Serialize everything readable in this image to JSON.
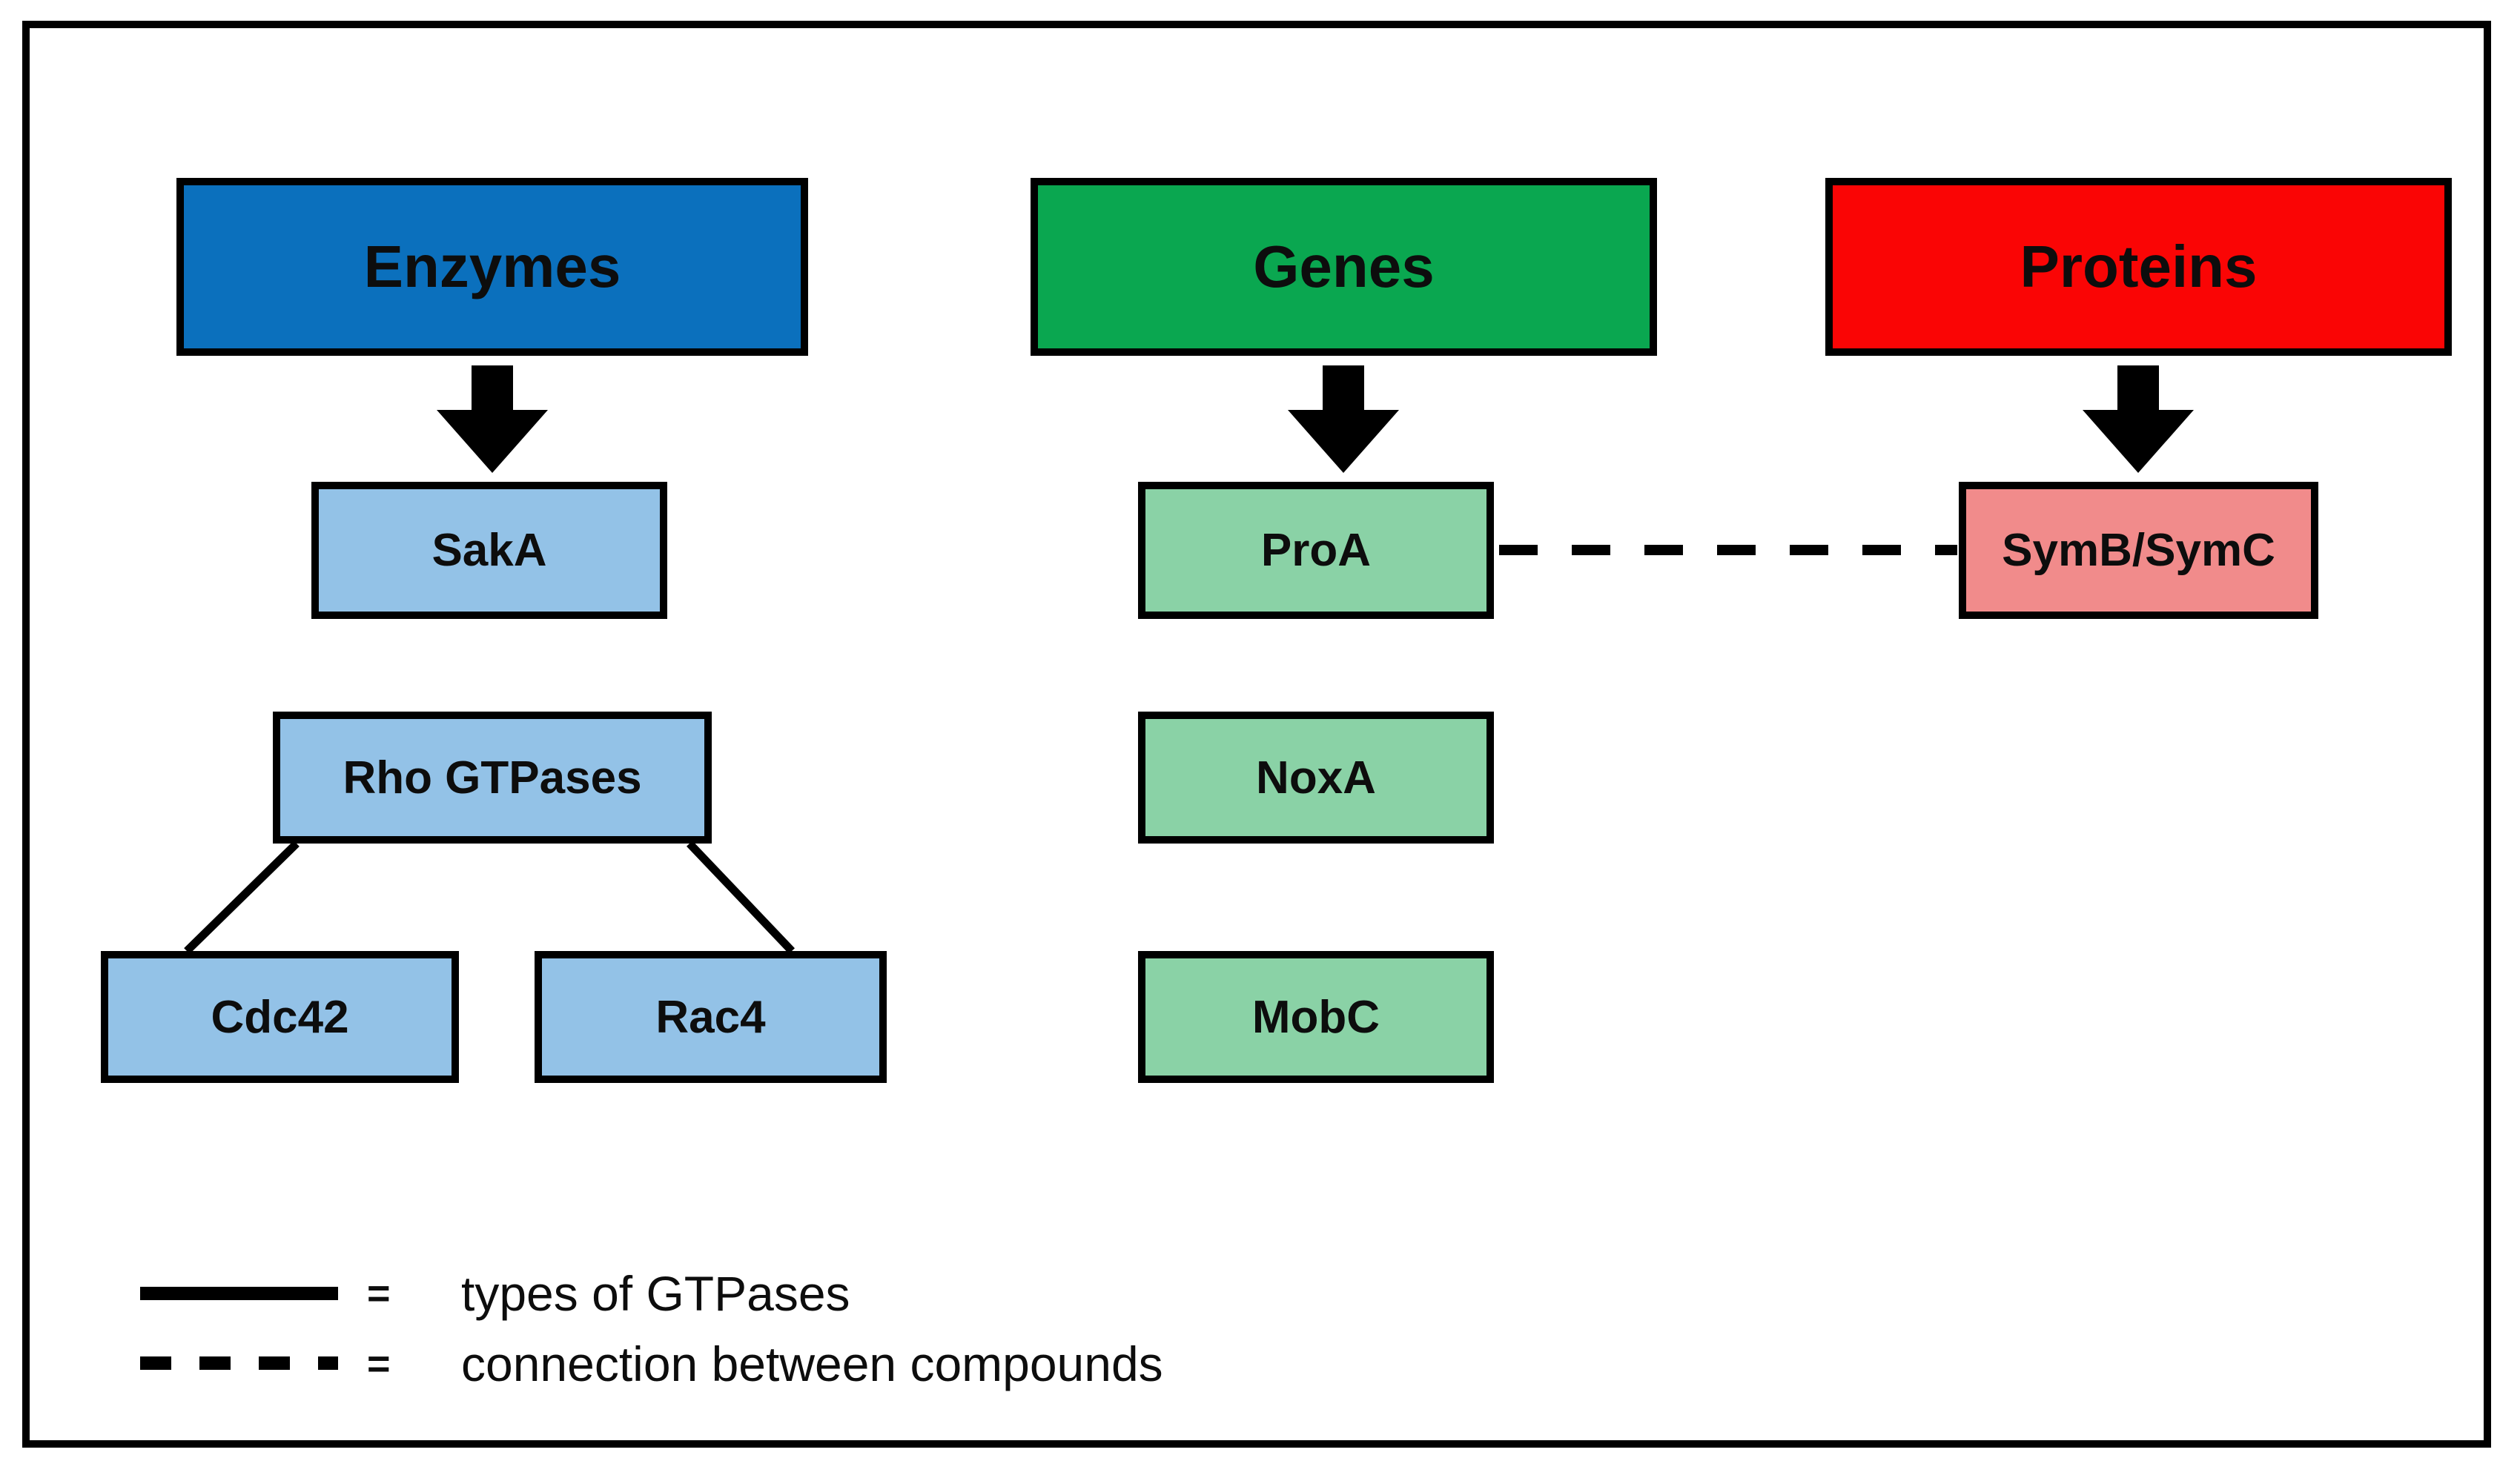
{
  "colors": {
    "enzymes_header_fill": "#0B70BD",
    "enzymes_node_fill": "#93C2E7",
    "genes_header_fill": "#0AA750",
    "genes_node_fill": "#8AD2A6",
    "proteins_header_fill": "#FA0505",
    "proteins_node_fill": "#F18B8B",
    "border_and_lines": "#000000",
    "label_text": "#0d0d0d",
    "background": "#ffffff"
  },
  "columns": [
    {
      "header": "Enzymes",
      "nodes": [
        "SakA",
        "Rho GTPases",
        "Cdc42",
        "Rac4"
      ]
    },
    {
      "header": "Genes",
      "nodes": [
        "ProA",
        "NoxA",
        "MobC"
      ]
    },
    {
      "header": "Proteins",
      "nodes": [
        "SymB/SymC"
      ]
    }
  ],
  "connections": {
    "solid": "Rho GTPases to Cdc42 and Rac4",
    "dashed": "ProA to SymB/SymC"
  },
  "legend": {
    "rows": [
      {
        "equals": "=",
        "label": "types of GTPases"
      },
      {
        "equals": "=",
        "label": "connection between compounds"
      }
    ]
  }
}
